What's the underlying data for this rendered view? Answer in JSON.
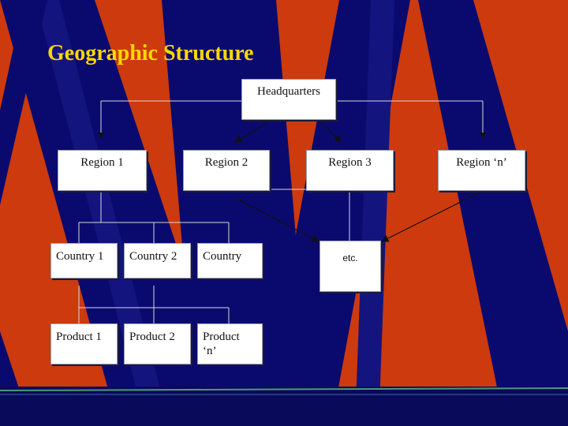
{
  "title": "Geographic Structure",
  "nodes": {
    "hq": "Headquarters",
    "region1": "Region 1",
    "region2": "Region 2",
    "region3": "Region 3",
    "region_n": "Region ‘n’",
    "country1": "Country 1",
    "country2": "Country 2",
    "country_n": "Country",
    "etc": "etc.",
    "product1": "Product 1",
    "product2": "Product 2",
    "product_n": "Product ‘n’"
  },
  "colors": {
    "background_red": "#cc3a0e",
    "stripe_navy": "#0a0a6e",
    "title_gold": "#ffd700",
    "box_fill": "#ffffff"
  }
}
